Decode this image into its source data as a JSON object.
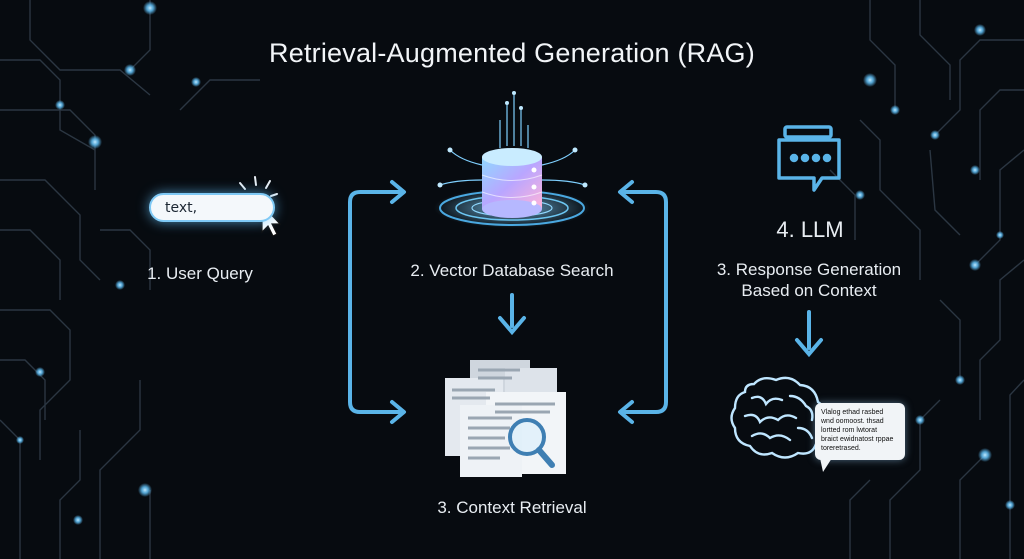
{
  "title": "Retrieval-Augmented Generation (RAG)",
  "steps": {
    "user_query": "1. User Query",
    "vector_search": "2. Vector Database Search",
    "context_retrieval": "3. Context Retrieval",
    "llm": "4. LLM",
    "response_line1": "3. Response Generation",
    "response_line2": "Based on Context"
  },
  "query_input": {
    "value": "text,"
  },
  "response_bubble": {
    "lines": [
      "Vlalog ethad rasbed",
      "wnd oomoost. thsad",
      "lortted rom lwtorat",
      "braict ewidnatost rppae",
      "toreretrased."
    ]
  },
  "colors": {
    "background": "#070b10",
    "accent": "#5ab4e8",
    "circuit": "#2a3440",
    "node_glow": "#6cc6f2",
    "text": "#e8edf2"
  },
  "icons": [
    "cursor-icon",
    "database-icon",
    "documents-icon",
    "magnifier-icon",
    "chat-bot-icon",
    "brain-icon",
    "arrow-icon"
  ]
}
